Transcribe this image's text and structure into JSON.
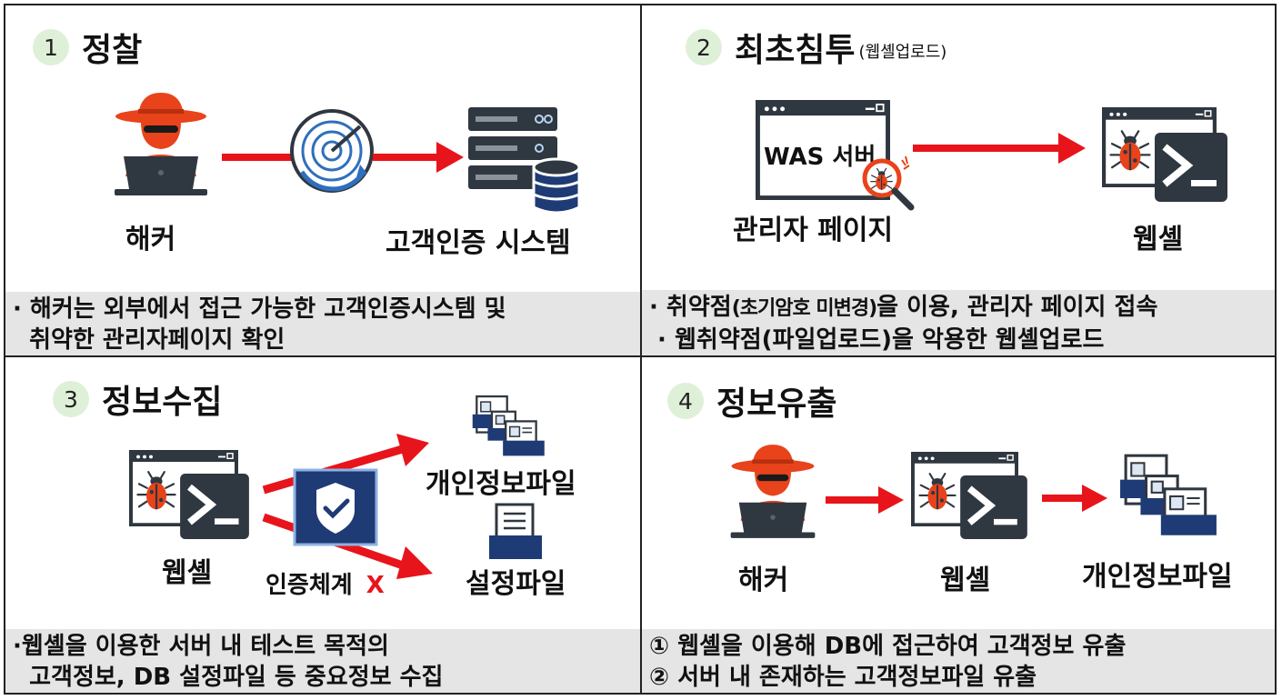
{
  "panels": [
    {
      "number": "1",
      "title": "정찰",
      "labels": {
        "hacker": "해커",
        "system": "고객인증 시스템"
      },
      "caption": [
        {
          "text": "· 해커는 외부에서 접근 가능한 고객인증시스템 및"
        },
        {
          "text": "  취약한 관리자페이지 확인"
        }
      ]
    },
    {
      "number": "2",
      "title": "최초침투",
      "subtitle": "(웹셸업로드)",
      "labels": {
        "was": "WAS 서버",
        "admin": "관리자 페이지",
        "webshell": "웹셸"
      },
      "caption": [
        {
          "pre": "· 취약점",
          "paren": "(초기암호 미변경)",
          "post": "을 이용, 관리자 페이지 접속"
        },
        {
          "text": " · 웹취약점(파일업로드)을 악용한 웹셸업로드"
        }
      ]
    },
    {
      "number": "3",
      "title": "정보수집",
      "labels": {
        "webshell": "웹셸",
        "auth": "인증체계",
        "x": "X",
        "personal": "개인정보파일",
        "config": "설정파일"
      },
      "caption": [
        {
          "text": "·웹셸을 이용한 서버 내 테스트 목적의"
        },
        {
          "text": "  고객정보, DB 설정파일 등 중요정보 수집"
        }
      ]
    },
    {
      "number": "4",
      "title": "정보유출",
      "labels": {
        "hacker": "해커",
        "webshell": "웹셸",
        "personal": "개인정보파일"
      },
      "caption": [
        {
          "text": "① 웹셸을 이용해 DB에 접근하여 고객정보 유출"
        },
        {
          "text": "② 서버 내 존재하는 고객정보파일 유출"
        }
      ]
    }
  ],
  "icons": {
    "hacker": "hacker-icon",
    "radar": "radar-scan-icon",
    "server": "server-database-icon",
    "browser": "browser-window-icon",
    "bug": "bug-icon",
    "magnifier": "magnifier-icon",
    "terminal": "terminal-icon",
    "shield": "shield-check-icon",
    "profile_files": "profile-documents-icon",
    "config_doc": "config-document-icon"
  },
  "colors": {
    "accent": "#e8431a",
    "arrow": "#e8141b",
    "navy": "#1f3b75",
    "terminal": "#2f3740",
    "caption_bg": "#e5e5e5",
    "number_bg": "#dff0d8"
  }
}
